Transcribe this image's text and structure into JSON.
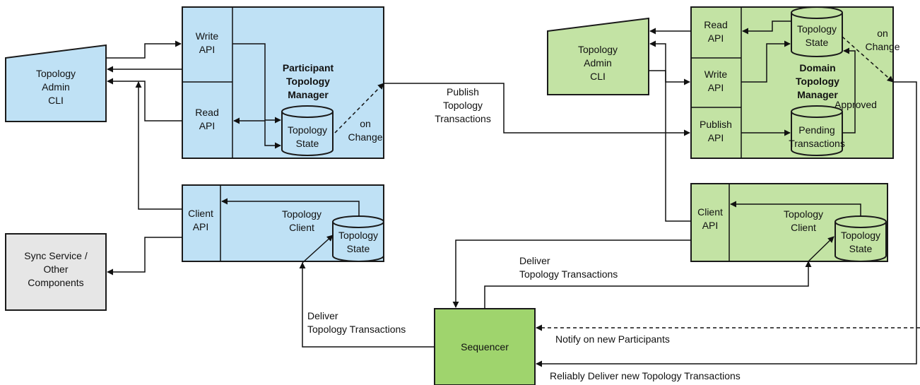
{
  "participant": {
    "admin_cli": [
      "Topology",
      "Admin",
      "CLI"
    ],
    "write_api": [
      "Write",
      "API"
    ],
    "read_api": [
      "Read",
      "API"
    ],
    "manager": [
      "Participant",
      "Topology",
      "Manager"
    ],
    "state": [
      "Topology",
      "State"
    ],
    "on_change": [
      "on",
      "Change"
    ],
    "client_api": [
      "Client",
      "API"
    ],
    "client": [
      "Topology",
      "Client"
    ],
    "client_state": [
      "Topology",
      "State"
    ],
    "sync": [
      "Sync Service /",
      "Other",
      "Components"
    ]
  },
  "domain": {
    "admin_cli": [
      "Topology",
      "Admin",
      "CLI"
    ],
    "read_api": [
      "Read",
      "API"
    ],
    "write_api": [
      "Write",
      "API"
    ],
    "publish_api": [
      "Publish",
      "API"
    ],
    "manager": [
      "Domain",
      "Topology",
      "Manager"
    ],
    "state": [
      "Topology",
      "State"
    ],
    "pending": [
      "Pending",
      "Transactions"
    ],
    "on_change": [
      "on",
      "Change"
    ],
    "approved": "Approved",
    "client_api": [
      "Client",
      "API"
    ],
    "client": [
      "Topology",
      "Client"
    ],
    "client_state": [
      "Topology",
      "State"
    ]
  },
  "sequencer": "Sequencer",
  "labels": {
    "publish": [
      "Publish",
      "Topology",
      "Transactions"
    ],
    "deliver_right": [
      "Deliver",
      "Topology Transactions"
    ],
    "deliver_left": [
      "Deliver",
      "Topology Transactions"
    ],
    "notify": "Notify on new Participants",
    "reliably": "Reliably Deliver new Topology Transactions"
  }
}
